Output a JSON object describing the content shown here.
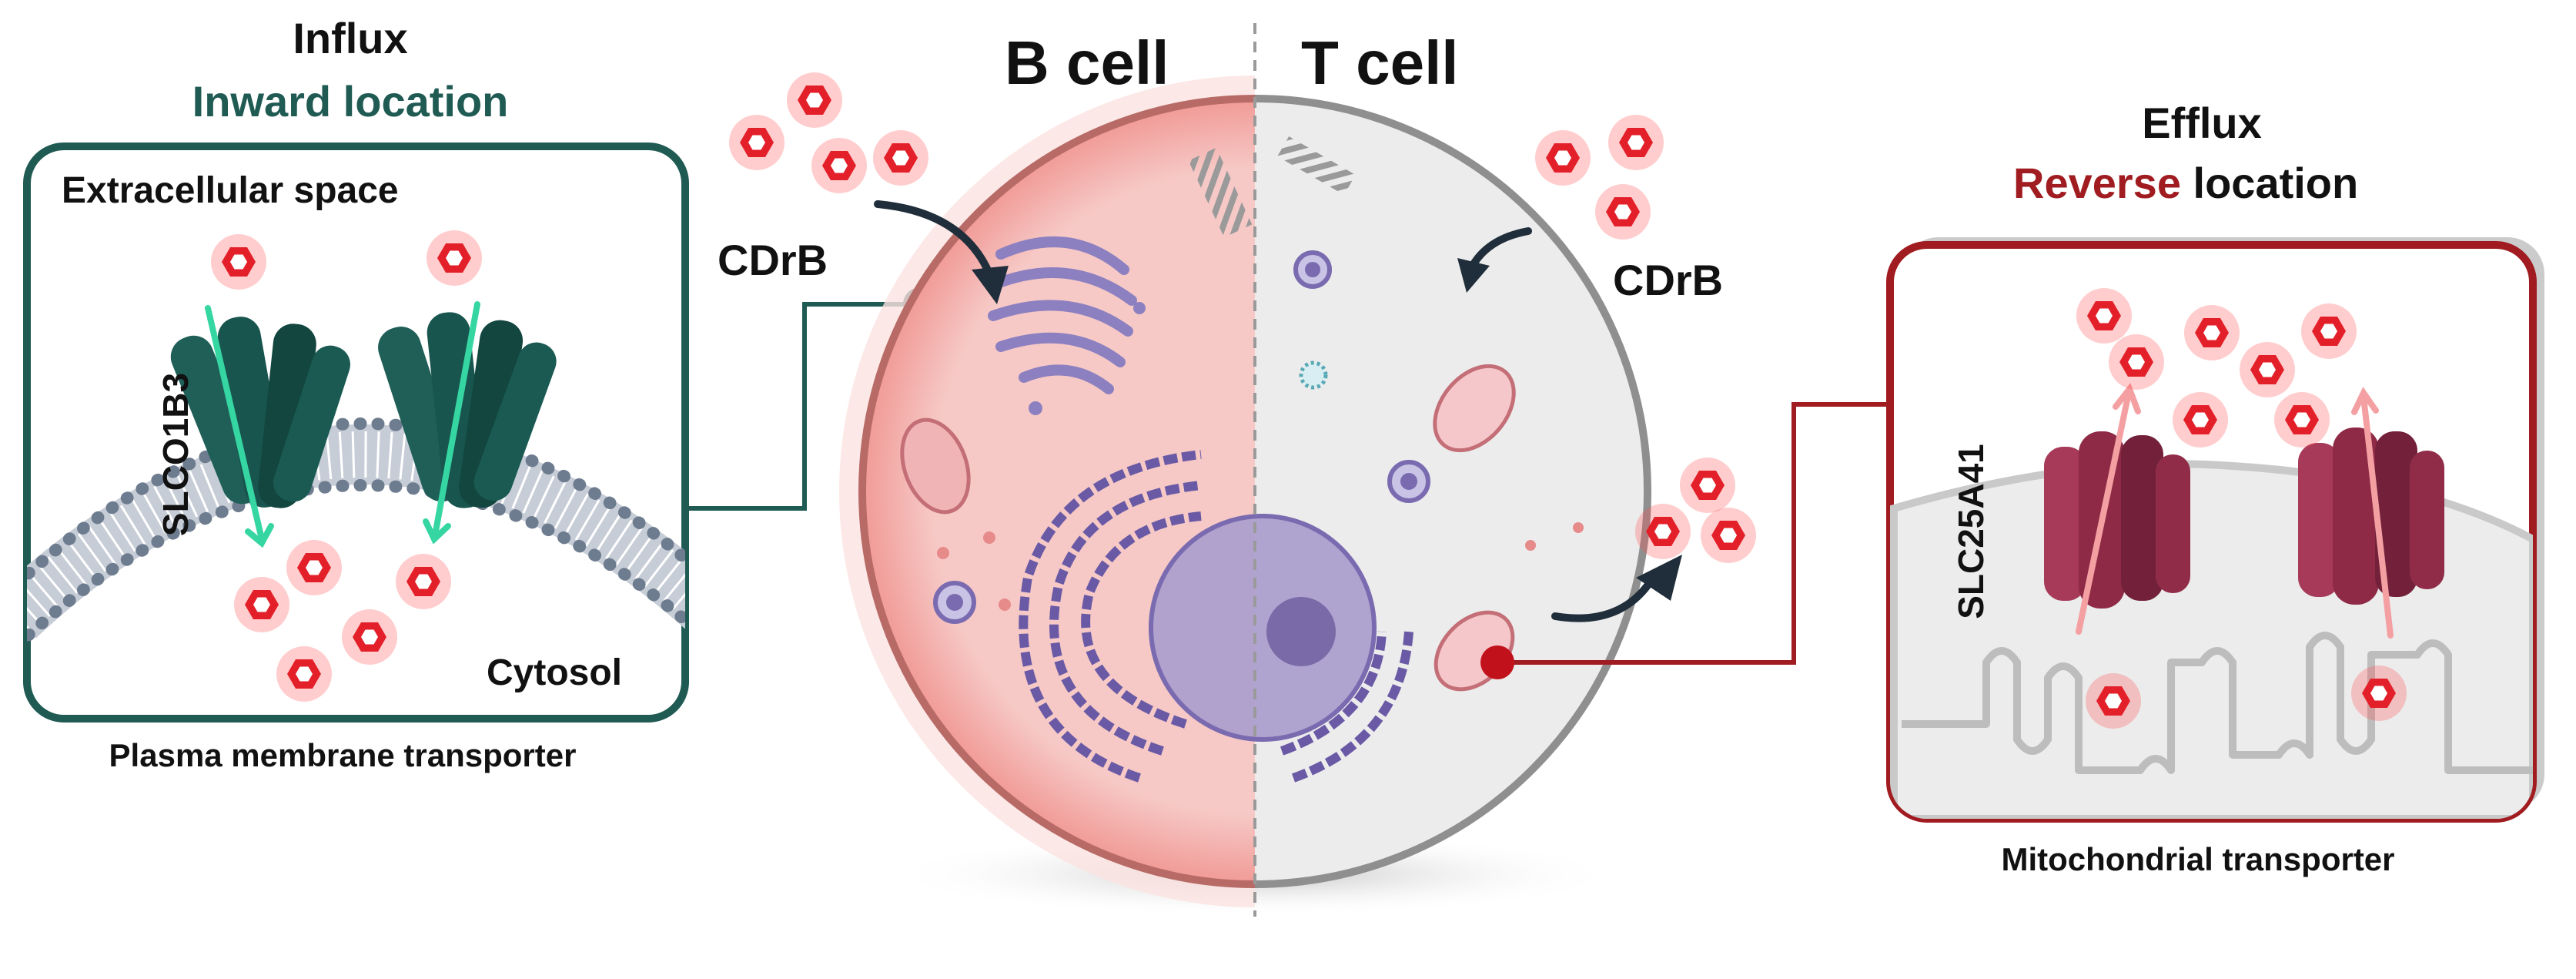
{
  "influx_panel": {
    "title": "Influx",
    "subtitle": "Inward location",
    "extracellular_label": "Extracellular space",
    "cytosol_label": "Cytosol",
    "transporter_name": "SLCO1B3",
    "caption": "Plasma membrane transporter"
  },
  "cell": {
    "b_cell_label": "B cell",
    "t_cell_label": "T cell",
    "cdrb_left_label": "CDrB",
    "cdrb_right_label": "CDrB"
  },
  "efflux_panel": {
    "title": "Efflux",
    "subtitle_highlight": "Reverse",
    "subtitle_rest": " location",
    "transporter_name": "SLC25A41",
    "caption": "Mitochondrial transporter"
  },
  "colors": {
    "influx_teal": "#1f5a53",
    "transporter_teal": "#17554e",
    "efflux_red": "#a01c20",
    "transporter_maroon": "#8e2a45",
    "cdrb_red": "#e3202a",
    "b_cell_fill": "#f6c9c6",
    "t_cell_fill": "#ececec",
    "organelle_purple": "#8c80c0"
  }
}
